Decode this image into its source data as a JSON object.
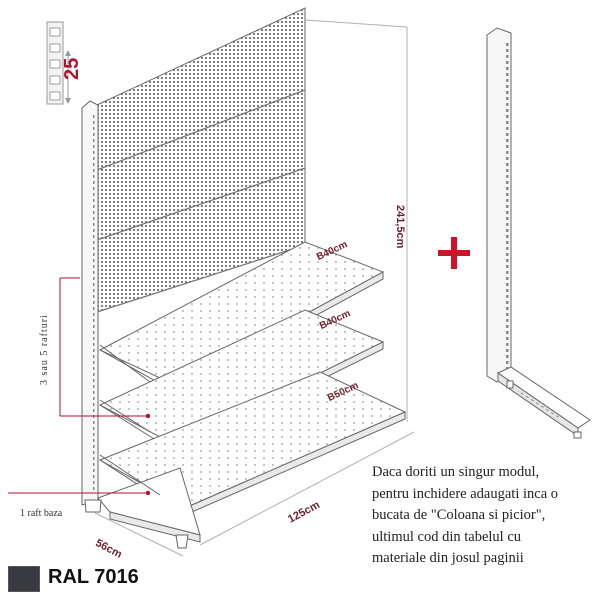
{
  "labels": {
    "hole_pitch": "25",
    "height": "241,5cm",
    "width": "125cm",
    "depth": "56cm",
    "shelf_top": "B40cm",
    "shelf_middle": "B40cm",
    "shelf_bottom": "B50cm",
    "shelf_count": "3 sau 5 rafturi",
    "base_shelf": "1 raft baza"
  },
  "note_lines": [
    "Daca doriti un singur modul,",
    "pentru inchidere adaugati inca o",
    "bucata de \"Coloana si picior\",",
    "ultimul cod din tabelul cu",
    "materiale din josul paginii"
  ],
  "ral": {
    "label": "RAL 7016",
    "color": "#373b40"
  },
  "colors": {
    "line": "#555555",
    "accent": "#b3122e",
    "dim_text": "#6e1f2b"
  },
  "icons": [
    "plus-icon"
  ]
}
